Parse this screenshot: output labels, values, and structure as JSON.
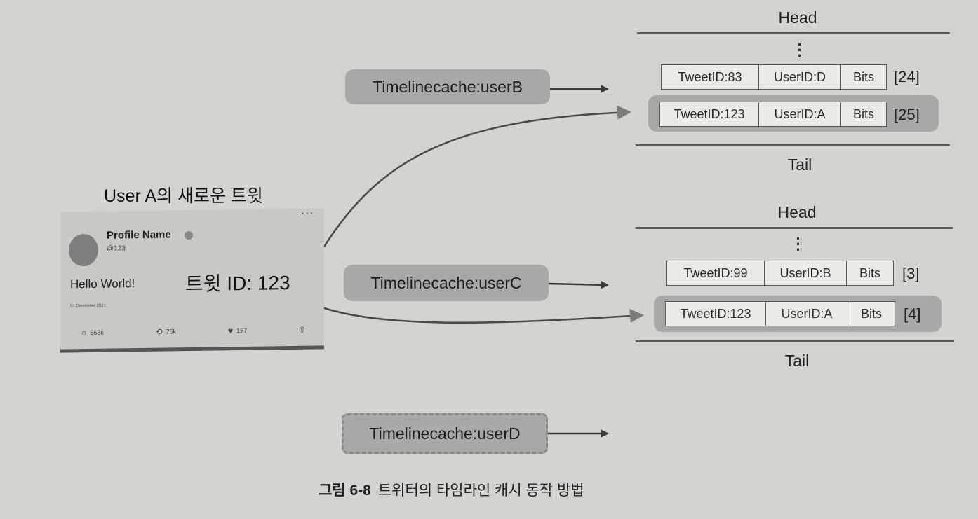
{
  "tweet": {
    "title": "User A의 새로운 트윗",
    "profile_name": "Profile Name",
    "handle": "@123",
    "text": "Hello World!",
    "tweet_id_label": "트윗 ID: 123",
    "date": "04 December 2021",
    "stats": {
      "replies": "568k",
      "retweets": "75k",
      "likes": "157"
    },
    "more_icon": "more-horizontal-icon",
    "icons": {
      "reply": "comment-icon",
      "retweet": "retweet-icon",
      "like": "heart-icon",
      "share": "share-icon",
      "verified": "verified-icon"
    }
  },
  "caches": {
    "userB": "Timelinecache:userB",
    "userC": "Timelinecache:userC",
    "userD": "Timelinecache:userD"
  },
  "list1": {
    "head": "Head",
    "tail": "Tail",
    "entries": [
      {
        "tweet": "TweetID:83",
        "user": "UserID:D",
        "bits": "Bits",
        "index": "[24]"
      },
      {
        "tweet": "TweetID:123",
        "user": "UserID:A",
        "bits": "Bits",
        "index": "[25]"
      }
    ]
  },
  "list2": {
    "head": "Head",
    "tail": "Tail",
    "entries": [
      {
        "tweet": "TweetID:99",
        "user": "UserID:B",
        "bits": "Bits",
        "index": "[3]"
      },
      {
        "tweet": "TweetID:123",
        "user": "UserID:A",
        "bits": "Bits",
        "index": "[4]"
      }
    ]
  },
  "caption": {
    "number": "그림 6-8",
    "text": "트위터의 타임라인 캐시 동작 방법"
  },
  "colors": {
    "background": "#d4d3d0",
    "label_fill": "#a9a8a6",
    "line": "#4a4947"
  }
}
